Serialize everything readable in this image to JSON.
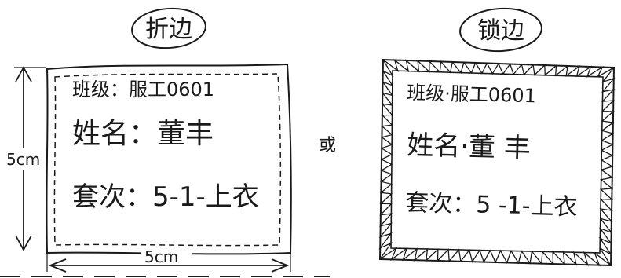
{
  "left_label": {
    "title": "折边",
    "class_line": "班级：服工0601",
    "name_line": "姓名：董丰",
    "set_line": "套次：5-1-上衣",
    "height_dim": "5cm",
    "width_dim": "5cm"
  },
  "connector": "或",
  "right_label": {
    "title": "锁边",
    "class_line": "班级·服工0601",
    "name_line": "姓名·董 丰",
    "set_line": "套次：5 -1-上衣"
  },
  "colors": {
    "ink": "#1a1a1a",
    "paper": "#ffffff"
  }
}
